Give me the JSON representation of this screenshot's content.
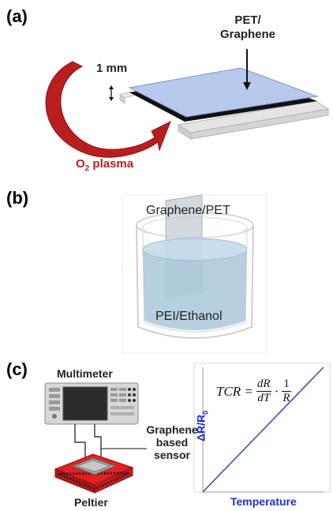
{
  "panels": {
    "a": {
      "label": "(a)",
      "film_label_line1": "PET/",
      "film_label_line2": "Graphene",
      "gap_label": "1 mm",
      "plasma_label_prefix": "O",
      "plasma_label_sub": "2",
      "plasma_label_suffix": " plasma",
      "colors": {
        "film": "#b7c9ec",
        "arrow": "#b81e1e",
        "support": "#d9d9d9"
      }
    },
    "b": {
      "label": "(b)",
      "sheet_label": "Graphene/PET",
      "liquid_label": "PEI/Ethanol",
      "colors": {
        "liquid": "#a9c8da",
        "sheet": "#c7ced6"
      }
    },
    "c": {
      "label": "(c)",
      "multimeter_label": "Multimeter",
      "sensor_label_line1": "Graphene",
      "sensor_label_line2": "based sensor",
      "peltier_label": "Peltier",
      "formula_lhs": "TCR =",
      "formula_num1": "dR",
      "formula_den1": "dT",
      "formula_num2": "1",
      "formula_den2": "R",
      "ylabel_main": "ΔR/R",
      "ylabel_sub": "0",
      "xlabel": "Temperature",
      "colors": {
        "axis_label": "#1f2fd1",
        "line": "#3a4fb5",
        "peltier": "#e0211f"
      }
    }
  },
  "chart_data": {
    "type": "line",
    "title": "",
    "xlabel": "Temperature",
    "ylabel": "ΔR/R0",
    "series": [
      {
        "values": [
          [
            0,
            0
          ],
          [
            1,
            1
          ]
        ]
      }
    ],
    "grid": false
  }
}
